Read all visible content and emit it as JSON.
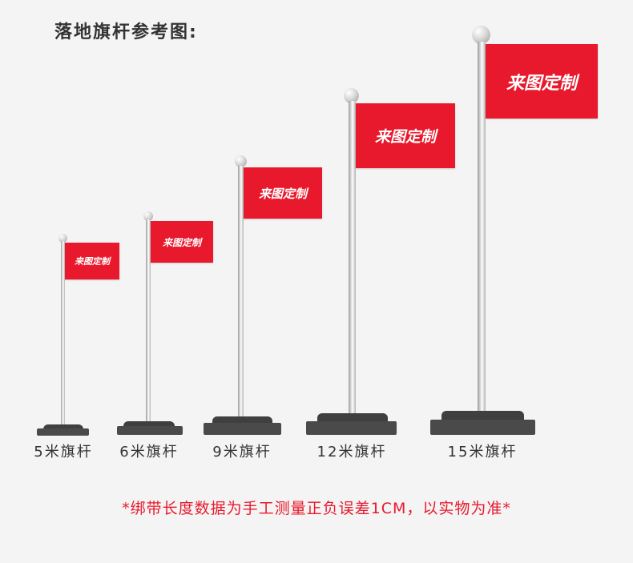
{
  "title": "落地旗杆参考图:",
  "flag_text": "来图定制",
  "flag_color": "#e8192c",
  "poles": [
    {
      "label": "5米旗杆"
    },
    {
      "label": "6米旗杆"
    },
    {
      "label": "9米旗杆"
    },
    {
      "label": "12米旗杆"
    },
    {
      "label": "15米旗杆"
    }
  ],
  "note": "*绑带长度数据为手工测量正负误差1CM，以实物为准*"
}
